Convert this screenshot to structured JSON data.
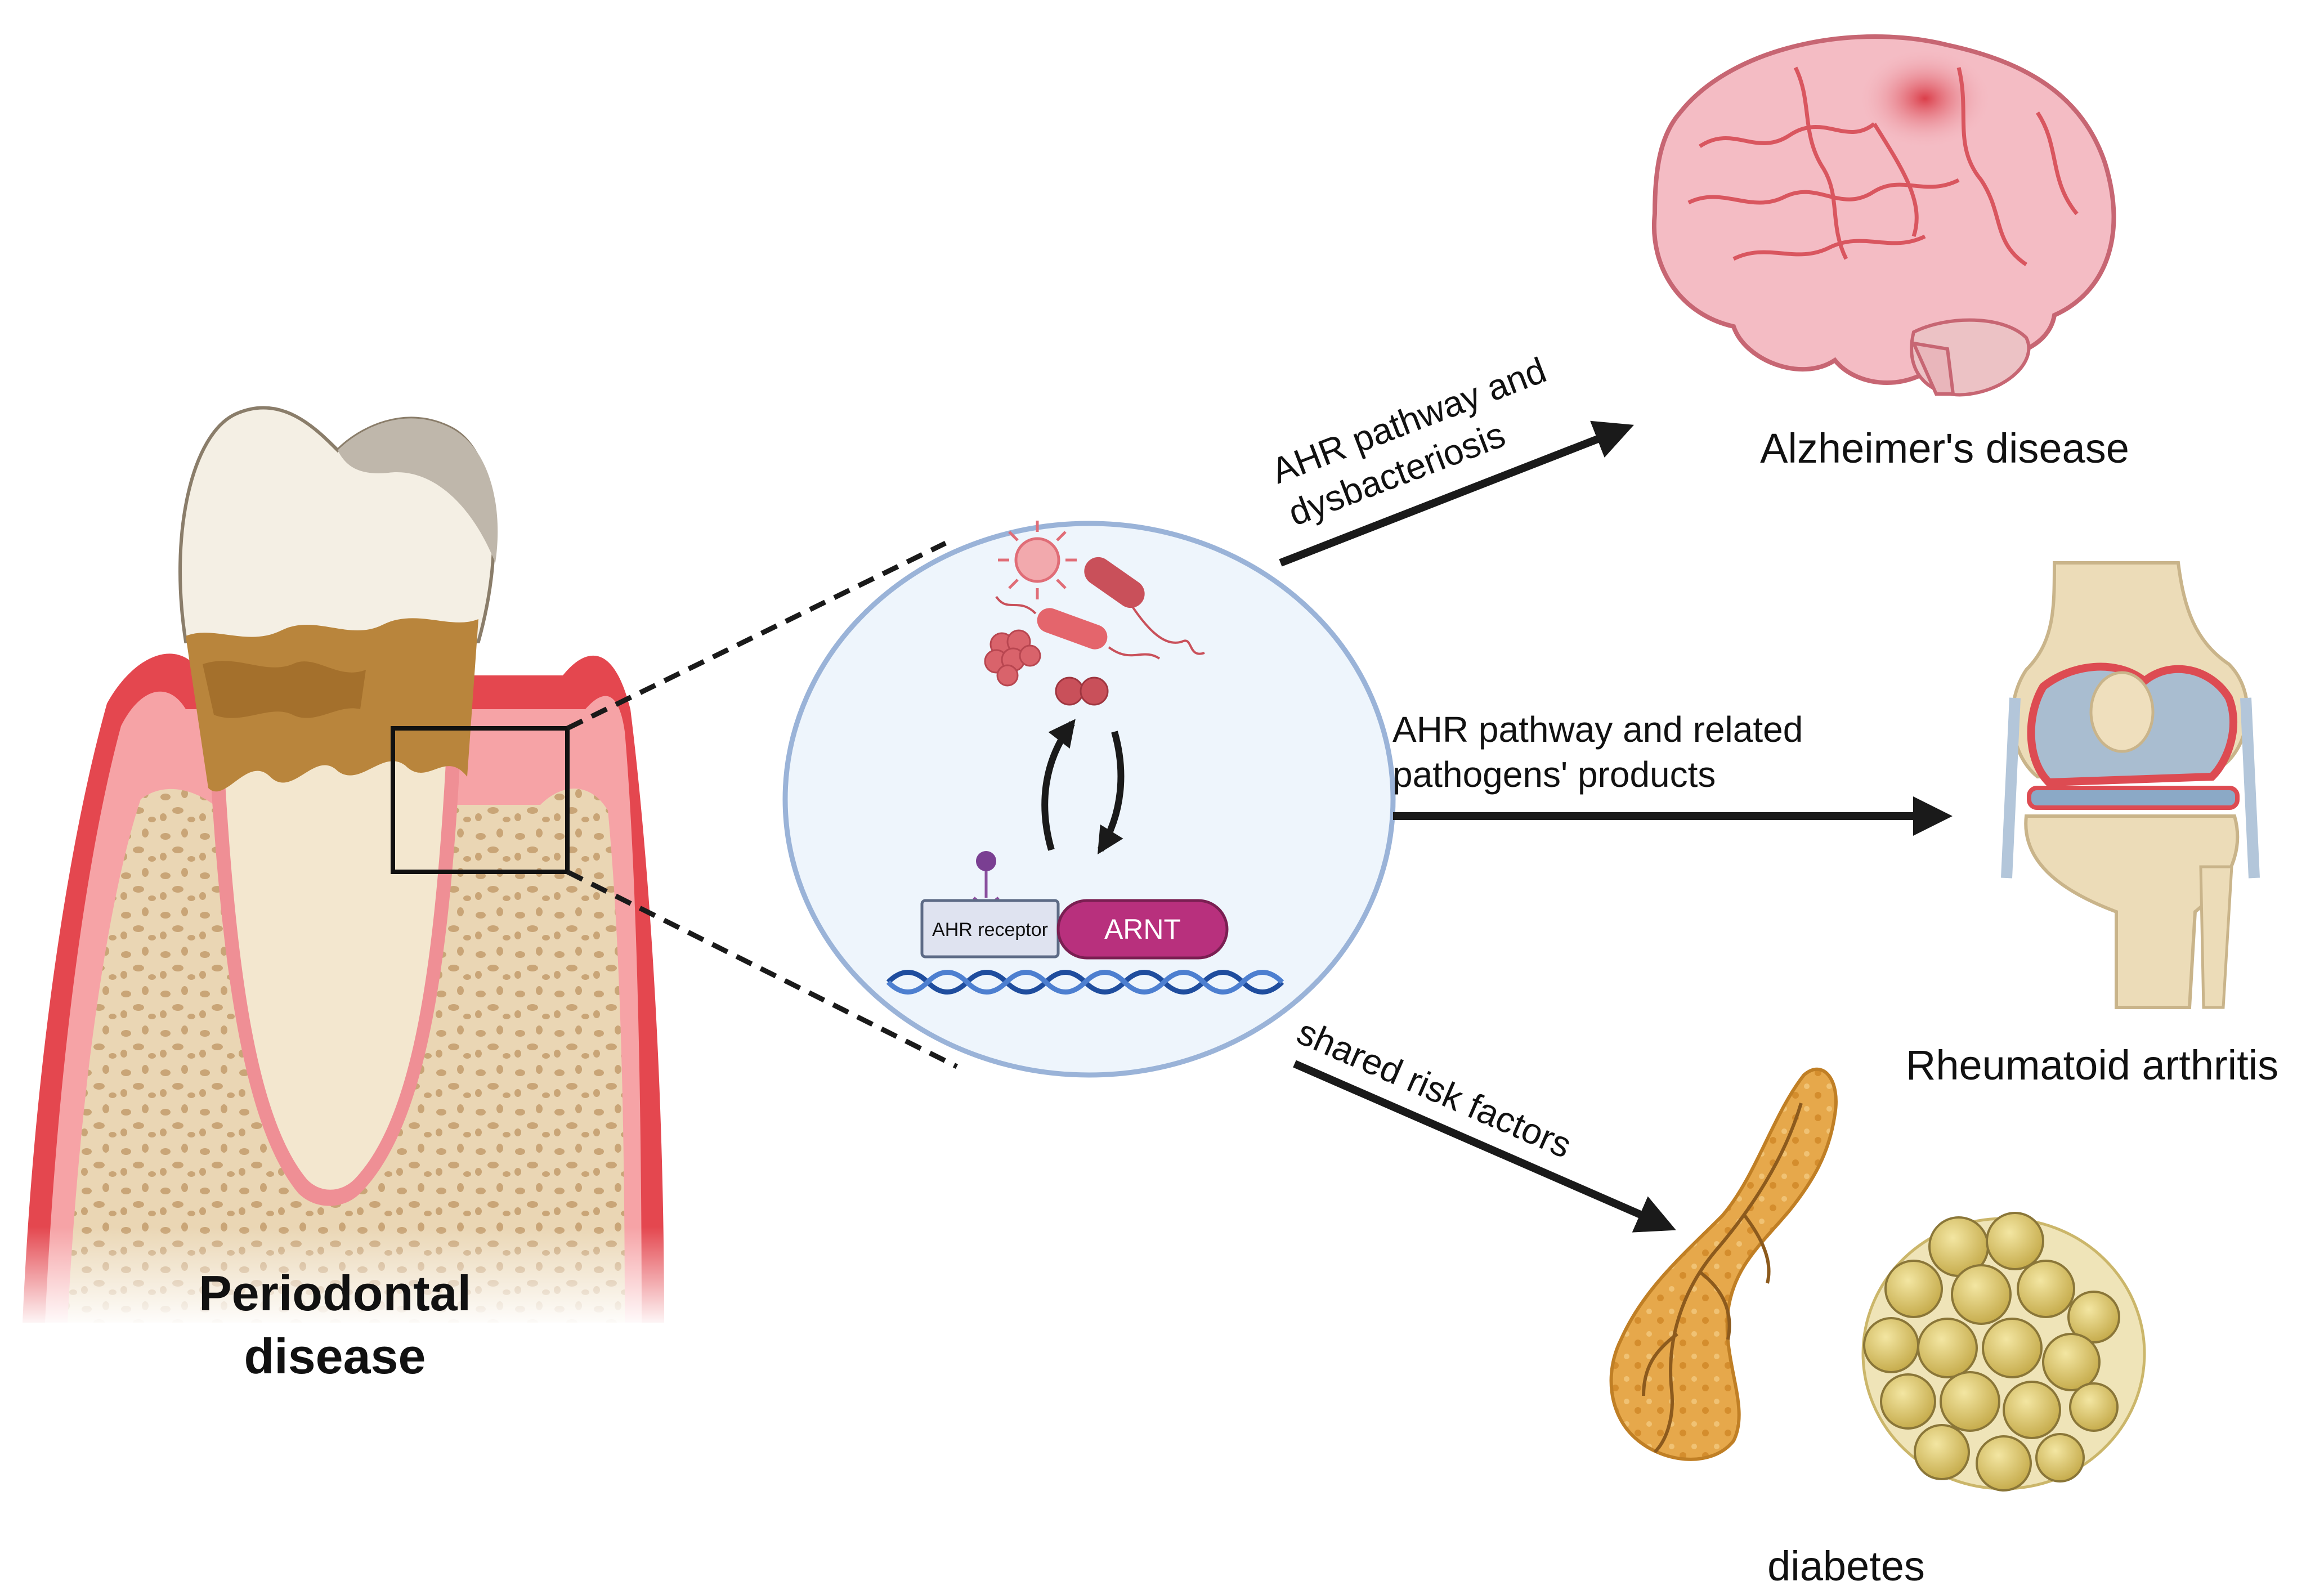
{
  "periodontal": {
    "label_line1": "Periodontal",
    "label_line2": "disease"
  },
  "mechanism": {
    "receptor_label": "AHR receptor",
    "partner_label": "ARNT"
  },
  "pathways": [
    {
      "label_line1": "AHR pathway and",
      "label_line2": "dysbacteriosis",
      "target": "Alzheimer's disease"
    },
    {
      "label_line1": "AHR pathway and related",
      "label_line2": "pathogens' products",
      "target": "Rheumatoid arthritis"
    },
    {
      "label_line1": "shared risk factors",
      "target": "diabetes"
    }
  ],
  "colors": {
    "gum": "#e4474f",
    "gum_light": "#f6a3a6",
    "bone": "#e8d2ae",
    "plaque": "#b9853c",
    "enamel": "#f4efe4",
    "circle_fill": "#eef5fc",
    "circle_stroke": "#9ab3d8",
    "arnt": "#b8307d",
    "dna": "#1f4d9e",
    "brain": "#f4bcc4",
    "pancreas": "#e3a03c",
    "fat": "#d9c470"
  },
  "icons": [
    "tooth-icon",
    "bacteria-icon",
    "dna-icon",
    "brain-icon",
    "knee-joint-icon",
    "pancreas-icon",
    "adipose-tissue-icon"
  ]
}
